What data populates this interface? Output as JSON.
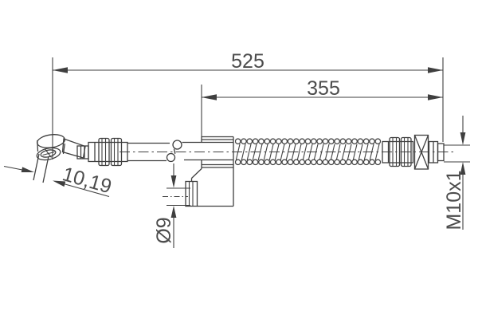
{
  "page": {
    "background": "#ffffff"
  },
  "drawing": {
    "name": "brake-hose-technical-drawing",
    "line_color": "#3f3f3f",
    "text_color": "#4c4c4c",
    "dimensions": {
      "overall_length": "525",
      "free_length": "355",
      "banjo_width": "10,19",
      "bracket_hole": "Ø9",
      "thread": "M10x1"
    }
  }
}
